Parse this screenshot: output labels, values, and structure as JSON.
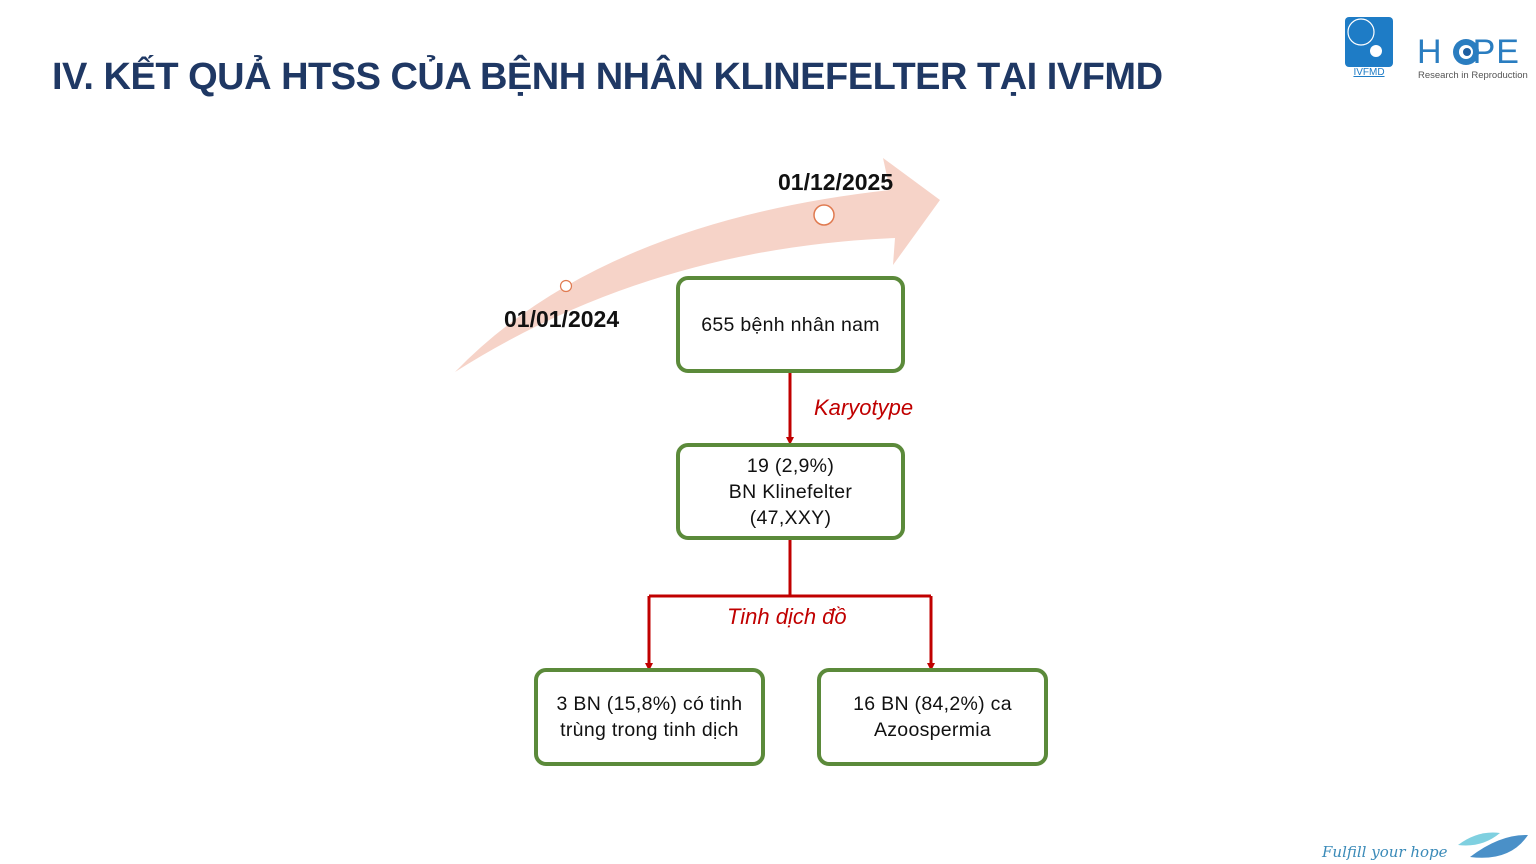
{
  "title": "IV. KẾT QUẢ HTSS CỦA BỆNH NHÂN KLINEFELTER TẠI IVFMD",
  "logos": {
    "ivfmd": "IVFMD",
    "hope": "HOPE",
    "hope_tagline": "Research in Reproduction",
    "slogan": "Fulfill your hope"
  },
  "timeline": {
    "start": "01/01/2024",
    "end": "01/12/2025"
  },
  "boxes": {
    "total": "655 bệnh nhân nam",
    "klinefelter": [
      "19 (2,9%)",
      "BN Klinefelter",
      "(47,XXY)"
    ],
    "sperm": [
      "3 BN (15,8%) có tinh",
      "trùng trong tinh dịch"
    ],
    "azoo": [
      "16 BN (84,2%) ca",
      "Azoospermia"
    ]
  },
  "labels": {
    "karyotype": "Karyotype",
    "semen": "Tinh dịch đồ"
  },
  "colors": {
    "title": "#1f3864",
    "box_border": "#5b8a3a",
    "arrow": "#c00000",
    "timeline": "#f6d3c8"
  }
}
